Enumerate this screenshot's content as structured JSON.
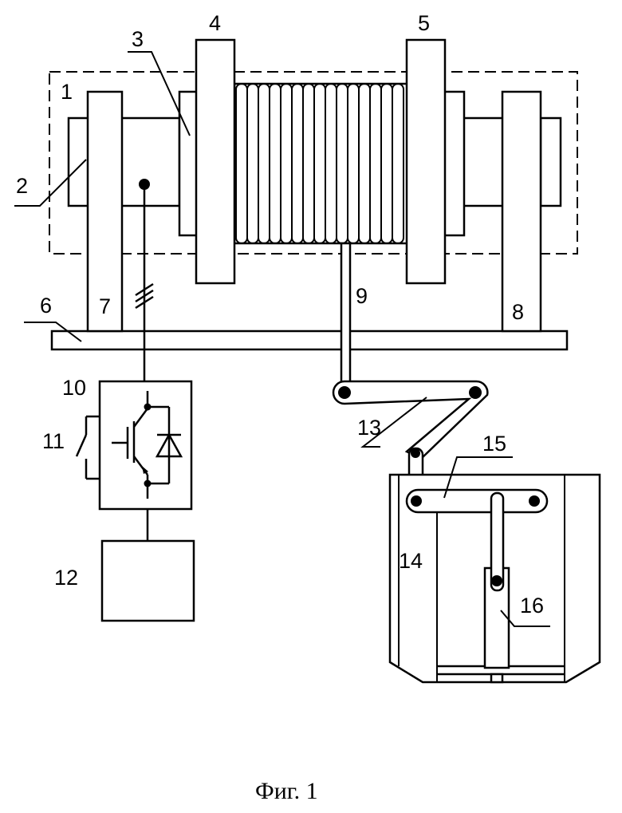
{
  "labels": {
    "l1": "1",
    "l2": "2",
    "l3": "3",
    "l4": "4",
    "l5": "5",
    "l6": "6",
    "l7": "7",
    "l8": "8",
    "l9": "9",
    "l10": "10",
    "l11": "11",
    "l12": "12",
    "l13": "13",
    "l14": "14",
    "l15": "15",
    "l16": "16"
  },
  "caption": "Фиг. 1"
}
